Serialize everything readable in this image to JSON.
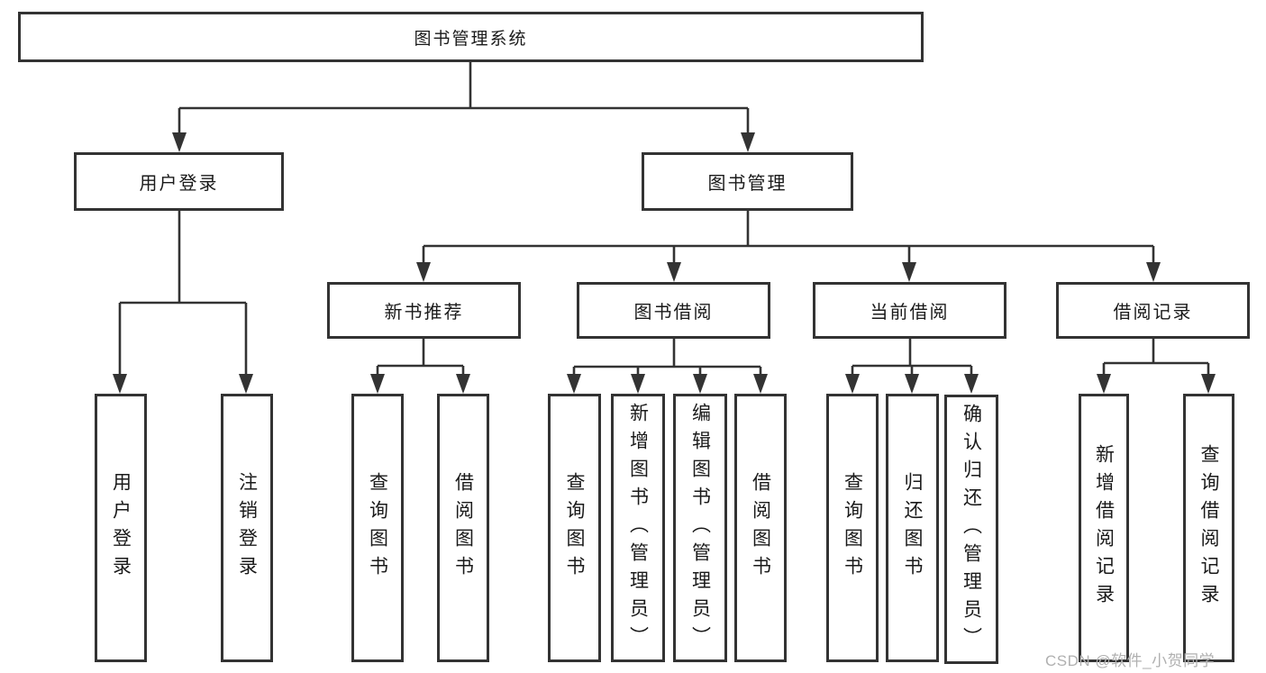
{
  "diagram_title": "图书管理系统",
  "nodes": {
    "root": {
      "label": "图书管理系统"
    },
    "level2": [
      {
        "label": "用户登录"
      },
      {
        "label": "图书管理"
      }
    ],
    "level3": [
      {
        "label": "新书推荐",
        "parent": "图书管理"
      },
      {
        "label": "图书借阅",
        "parent": "图书管理"
      },
      {
        "label": "当前借阅",
        "parent": "图书管理"
      },
      {
        "label": "借阅记录",
        "parent": "图书管理"
      }
    ],
    "leaves": [
      {
        "label": "用户登录",
        "parent": "用户登录"
      },
      {
        "label": "注销登录",
        "parent": "用户登录"
      },
      {
        "label": "查询图书",
        "parent": "新书推荐"
      },
      {
        "label": "借阅图书",
        "parent": "新书推荐"
      },
      {
        "label": "查询图书",
        "parent": "图书借阅"
      },
      {
        "label": "新增图书（管理员）",
        "parent": "图书借阅"
      },
      {
        "label": "编辑图书（管理员）",
        "parent": "图书借阅"
      },
      {
        "label": "借阅图书",
        "parent": "图书借阅"
      },
      {
        "label": "查询图书",
        "parent": "当前借阅"
      },
      {
        "label": "归还图书",
        "parent": "当前借阅"
      },
      {
        "label": "确认归还（管理员）",
        "parent": "当前借阅"
      },
      {
        "label": "新增借阅记录",
        "parent": "借阅记录"
      },
      {
        "label": "查询借阅记录",
        "parent": "借阅记录"
      }
    ]
  },
  "watermark": {
    "text": "CSDN @软件_小贺同学"
  },
  "colors": {
    "line": "#333333",
    "box_border": "#333333",
    "text": "#1a1a1a",
    "watermark": "#b0b0b0",
    "background": "#ffffff"
  }
}
